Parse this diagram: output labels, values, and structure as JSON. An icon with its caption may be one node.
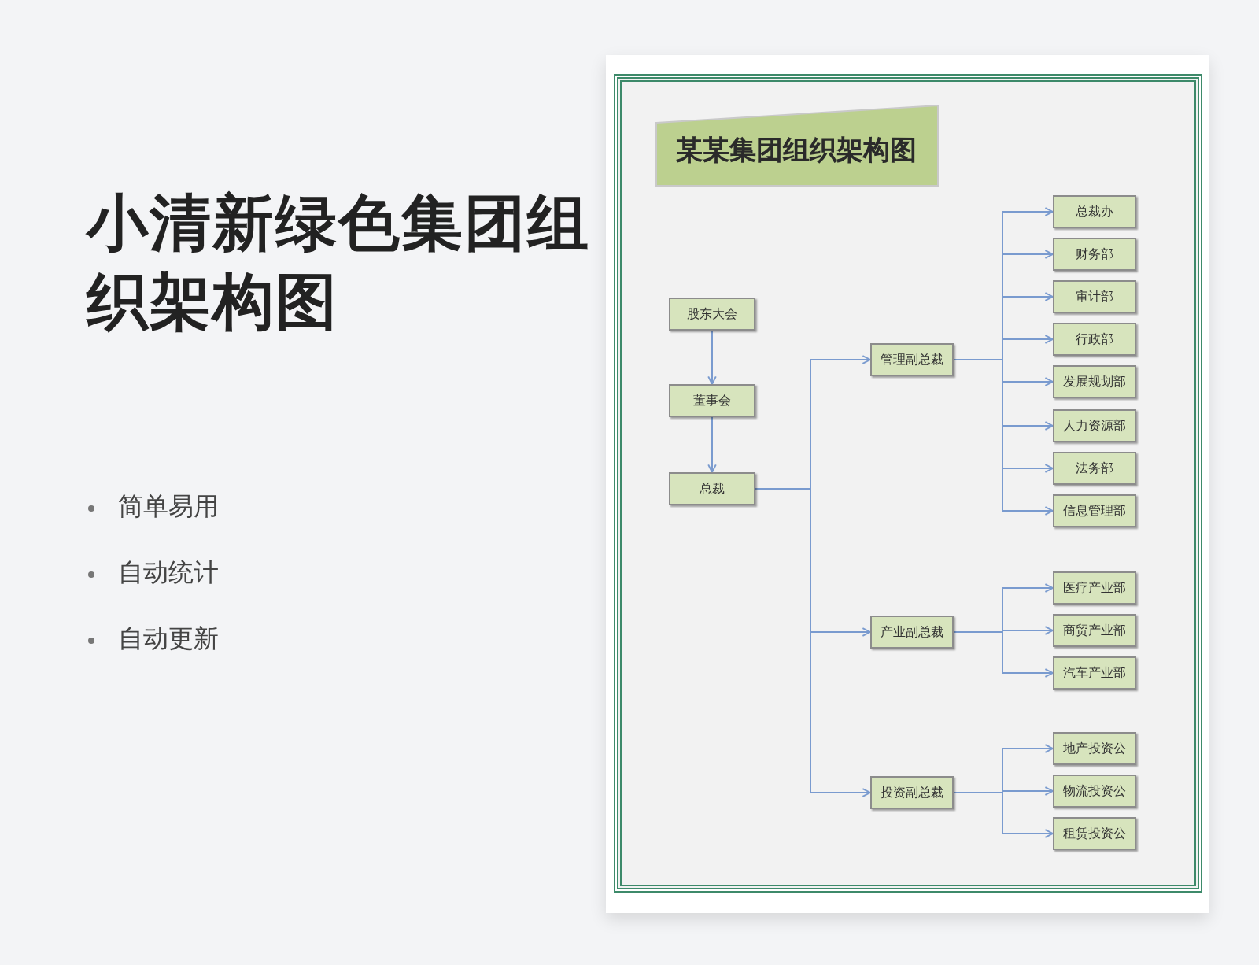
{
  "diagram": {
    "title": "小清新绿色集团组织架构图",
    "nodes": [
      {
        "text": [
          "某某集团组织架构图"
        ]
      },
      {
        "text": [
          "股东大会"
        ]
      },
      {
        "text": [
          "董事会"
        ]
      },
      {
        "text": [
          "总裁"
        ]
      },
      {
        "text": [
          "管理副总裁"
        ]
      },
      {
        "text": [
          "产业副总裁"
        ]
      },
      {
        "text": [
          "投资副总裁"
        ]
      },
      {
        "text": [
          "总裁办"
        ]
      },
      {
        "text": [
          "财务部"
        ]
      },
      {
        "text": [
          "审计部"
        ]
      },
      {
        "text": [
          "行政部"
        ]
      },
      {
        "text": [
          "发展规划部"
        ]
      },
      {
        "text": [
          "人力资源部"
        ]
      },
      {
        "text": [
          "法务部"
        ]
      },
      {
        "text": [
          "信息管理部"
        ]
      },
      {
        "text": [
          "医疗产业部"
        ]
      },
      {
        "text": [
          "商贸产业部"
        ]
      },
      {
        "text": [
          "汽车产业部"
        ]
      },
      {
        "text": [
          "地产投资公"
        ]
      },
      {
        "text": [
          "物流投资公"
        ]
      },
      {
        "text": [
          "租赁投资公"
        ]
      }
    ],
    "edges": [
      {
        "from": 1,
        "to": 2,
        "arrow": "to"
      },
      {
        "from": 2,
        "to": 3,
        "arrow": "to"
      },
      {
        "from": 3,
        "to": 4,
        "arrow": "to"
      },
      {
        "from": 3,
        "to": 5,
        "arrow": "to"
      },
      {
        "from": 3,
        "to": 6,
        "arrow": "to"
      },
      {
        "from": 4,
        "to": 7,
        "arrow": "to"
      },
      {
        "from": 4,
        "to": 8,
        "arrow": "to"
      },
      {
        "from": 4,
        "to": 9,
        "arrow": "to"
      },
      {
        "from": 4,
        "to": 10,
        "arrow": "to"
      },
      {
        "from": 4,
        "to": 11,
        "arrow": "to"
      },
      {
        "from": 4,
        "to": 12,
        "arrow": "to"
      },
      {
        "from": 4,
        "to": 13,
        "arrow": "to"
      },
      {
        "from": 4,
        "to": 14,
        "arrow": "to"
      },
      {
        "from": 5,
        "to": 15,
        "arrow": "to"
      },
      {
        "from": 5,
        "to": 16,
        "arrow": "to"
      },
      {
        "from": 5,
        "to": 17,
        "arrow": "to"
      },
      {
        "from": 6,
        "to": 18,
        "arrow": "to"
      },
      {
        "from": 6,
        "to": 19,
        "arrow": "to"
      },
      {
        "from": 6,
        "to": 20,
        "arrow": "to"
      }
    ],
    "labels": [
      "简单易用",
      "自动统计",
      "自动更新"
    ]
  }
}
